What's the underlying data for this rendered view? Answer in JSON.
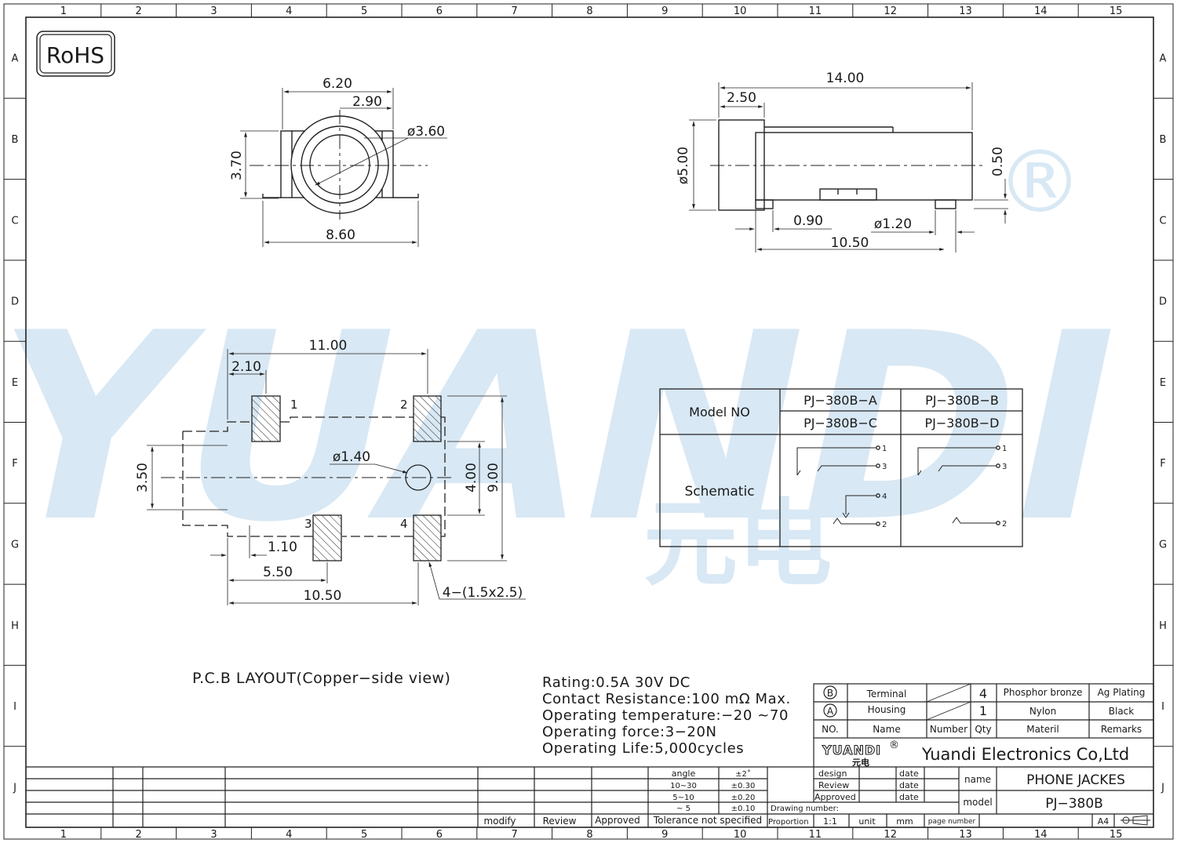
{
  "rohs": "RoHS",
  "registered_mark": "®",
  "watermark": {
    "text": "YUANDI",
    "sub": "元电",
    "color": "#2f86c8"
  },
  "zones": {
    "columns": [
      "1",
      "2",
      "3",
      "4",
      "5",
      "6",
      "7",
      "8",
      "9",
      "10",
      "11",
      "12",
      "13",
      "14",
      "15"
    ],
    "rows": [
      "A",
      "B",
      "C",
      "D",
      "E",
      "F",
      "G",
      "H",
      "I",
      "J"
    ]
  },
  "front_view": {
    "d1": "6.20",
    "d2": "2.90",
    "d3": "ø3.60",
    "d4": "3.70",
    "d5": "8.60"
  },
  "side_view": {
    "d1": "14.00",
    "d2": "2.50",
    "d3": "ø5.00",
    "d4": "0.50",
    "d5": "0.90",
    "d6": "ø1.20",
    "d7": "10.50"
  },
  "pcb": {
    "d1": "11.00",
    "d2": "2.10",
    "d3": "ø1.40",
    "d4": "3.50",
    "d5": "4.00",
    "d6": "9.00",
    "d7": "1.10",
    "d8": "5.50",
    "d9": "10.50",
    "d10": "4−(1.5x2.5)",
    "pins": [
      "1",
      "2",
      "3",
      "4"
    ],
    "caption": "P.C.B  LAYOUT(Copper−side  view)"
  },
  "model_table": {
    "model_label": "Model  NO",
    "schematic_label": "Schematic",
    "models": [
      "PJ−380B−A",
      "PJ−380B−B",
      "PJ−380B−C",
      "PJ−380B−D"
    ],
    "pins_left": [
      "1",
      "3",
      "4",
      "2"
    ],
    "pins_right": [
      "1",
      "3",
      "2"
    ]
  },
  "specs": [
    "Rating:0.5A  30V  DC",
    "Contact  Resistance:100  mΩ  Max.",
    "Operating  temperature:−20    ~70",
    "Operating  force:3−20N",
    "Operating  Life:5,000cycles"
  ],
  "bom": {
    "rows": [
      {
        "no": "B",
        "name": "Terminal",
        "qty": "4",
        "material": "Phosphor bronze",
        "remarks": "Ag Plating"
      },
      {
        "no": "A",
        "name": "Housing",
        "qty": "1",
        "material": "Nylon",
        "remarks": "Black"
      }
    ],
    "header": {
      "no": "NO.",
      "name": "Name",
      "number": "Number",
      "qty": "Qty",
      "material": "Materil",
      "remarks": "Remarks"
    }
  },
  "title_block": {
    "logo": "YUANDI",
    "logo_sub": "元电",
    "company": "Yuandi Electronics Co,Ltd",
    "design": "design",
    "review": "Review",
    "approved": "Approved",
    "date": "date",
    "name_label": "name",
    "name_value": "PHONE  JACKES",
    "model_label": "model",
    "model_value": "PJ−380B",
    "drawing_number": "Drawing  number:",
    "proportion": "Proportion",
    "proportion_value": "1:1",
    "unit": "unit",
    "unit_value": "mm",
    "page_number": "page  number",
    "sheet_size": "A4",
    "tolerance": [
      {
        "range": "angle",
        "value": "±2˚"
      },
      {
        "range": "10~30",
        "value": "±0.30"
      },
      {
        "range": "5~10",
        "value": "±0.20"
      },
      {
        "range": "~ 5",
        "value": "±0.10"
      }
    ],
    "tolerance_note": "Tolerance  not  specified",
    "revision": {
      "modify": "modify",
      "review": "Review",
      "approved": "Approved"
    }
  }
}
